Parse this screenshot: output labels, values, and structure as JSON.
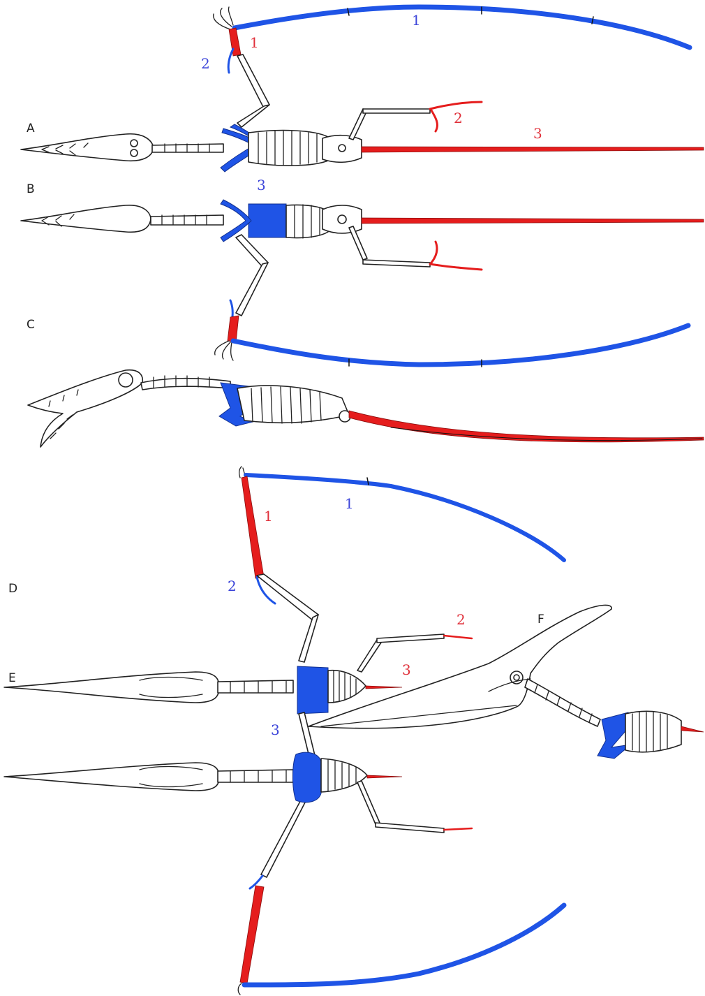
{
  "views": {
    "A": "A",
    "B": "B",
    "C": "C",
    "D": "D",
    "E": "E",
    "F": "F"
  },
  "labels": {
    "upper_wing_finger": "1",
    "upper_wing_metacarpal": "1",
    "upper_pteroid": "2",
    "upper_foot": "2",
    "upper_tail": "3",
    "upper_girdle": "3",
    "lower_wing_metacarpal": "1",
    "lower_wing_finger": "1",
    "lower_pteroid": "2",
    "lower_foot": "2",
    "lower_tail": "3",
    "lower_girdle": "3"
  },
  "colors": {
    "blue_parts": "#1f54e6",
    "red_parts": "#e51d1d",
    "blue_label": "#3b44d9",
    "red_label": "#e0303a",
    "outline": "#222222"
  }
}
